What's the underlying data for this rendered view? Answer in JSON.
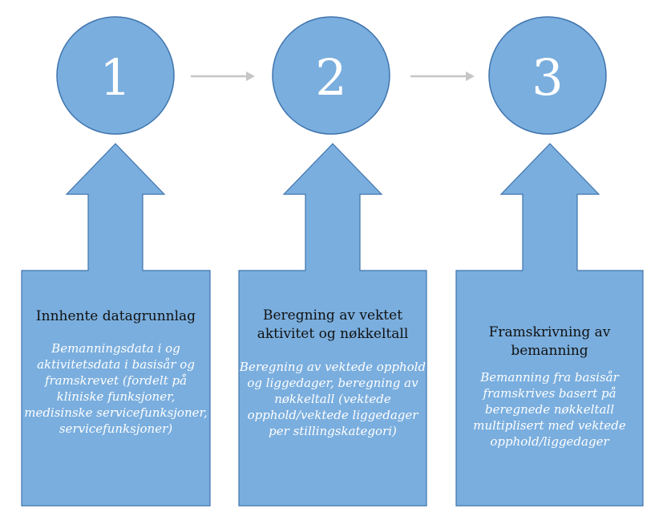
{
  "steps": [
    {
      "number": "1",
      "title": "Innhente datagrunnlag",
      "description": "Bemanningsdata i og aktivitetsdata i basisår og framskrevet (fordelt på kliniske funksjoner, medisinske servicefunksjoner, servicefunksjoner)"
    },
    {
      "number": "2",
      "title": "Beregning av vektet aktivitet og nøkkeltall",
      "description": "Beregning av vektede opphold og liggedager, beregning av nøkkeltall (vektede opphold/vektede liggedager per stillingskategori)"
    },
    {
      "number": "3",
      "title": "Framskrivning av bemanning",
      "description": "Bemanning fra basisår framskrives basert på beregnede nøkkeltall multiplisert med vektede opphold/liggedager"
    }
  ],
  "colors": {
    "fill": "#7aaede",
    "stroke": "#3f74ad",
    "connector": "#c6c6c6"
  }
}
